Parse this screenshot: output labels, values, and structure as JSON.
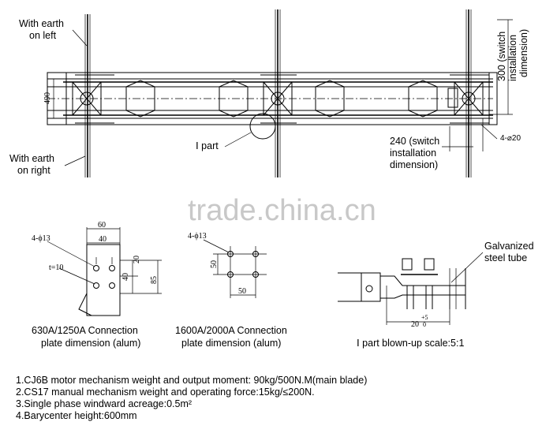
{
  "labels": {
    "earth_left_1": "With earth",
    "earth_left_2": "on left",
    "earth_right_1": "With earth",
    "earth_right_2": "on right",
    "i_part": "Ⅰ part",
    "sw300_1": "300 (switch",
    "sw300_2": "installation",
    "sw300_3": "dimension)",
    "sw240_1": "240 (switch",
    "sw240_2": "installation",
    "sw240_3": "dimension)",
    "dim_490": "490",
    "dim_4d20": "4-⌀20",
    "watermark": "trade.china.cn",
    "galv_1": "Galvanized",
    "galv_2": "steel tube"
  },
  "plate1": {
    "holes": "4-ϕ13",
    "thick": "t=10",
    "d60": "60",
    "d40": "40",
    "d20": "20",
    "d40v": "40",
    "d85": "85",
    "caption_1": "630A/1250A Connection",
    "caption_2": "plate dimension (alum)"
  },
  "plate2": {
    "holes": "4-ϕ13",
    "d50v": "50",
    "d50h": "50",
    "caption_1": "1600A/2000A Connection",
    "caption_2": "plate dimension (alum)"
  },
  "blowup": {
    "dim": "20",
    "tol_up": "+5",
    "tol_dn": "0",
    "caption": "Ⅰ part blown-up scale:5:1"
  },
  "notes": [
    "1.CJ6B motor mechanism weight and output moment: 90kg/500N.M(main blade)",
    "2.CS17 manual mechanism weight and operating force:15kg/≤200N.",
    "3.Single phase windward acreage:0.5m²",
    "4.Barycenter height:600mm"
  ]
}
